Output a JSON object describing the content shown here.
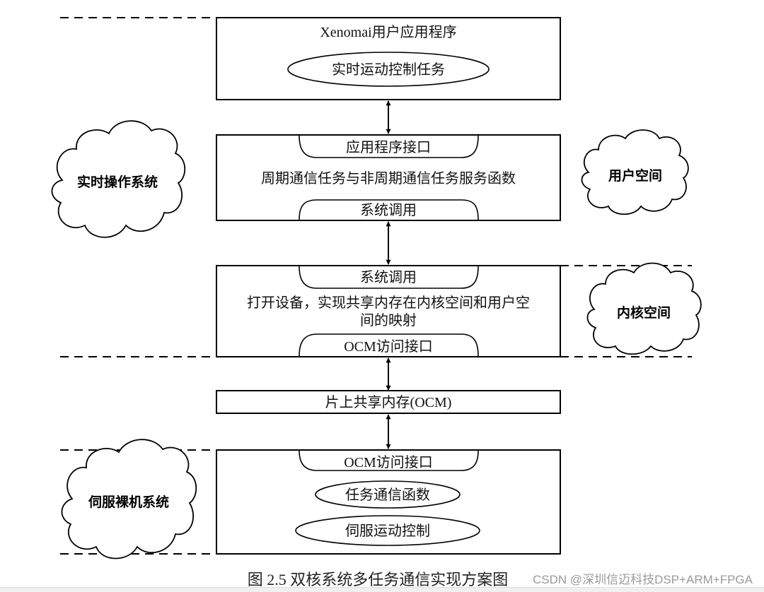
{
  "diagram": {
    "top_box": {
      "title": "Xenomai用户应用程序",
      "ellipse": "实时运动控制任务"
    },
    "api_box": {
      "top_tab": "应用程序接口",
      "body": "周期通信任务与非周期通信任务服务函数",
      "bottom_tab": "系统调用"
    },
    "kernel_box": {
      "top_tab": "系统调用",
      "body_line1": "打开设备，实现共享内存在内核空间和用户空",
      "body_line2": "间的映射",
      "bottom_tab": "OCM访问接口"
    },
    "ocm_box": {
      "label": "片上共享内存(OCM)"
    },
    "baremetal_box": {
      "top_tab": "OCM访问接口",
      "ellipse1": "任务通信函数",
      "ellipse2": "伺服运动控制"
    },
    "clouds": {
      "rtos": "实时操作系统",
      "user_space": "用户空间",
      "kernel_space": "内核空间",
      "servo_baremetal": "伺服裸机系统"
    },
    "caption": "图 2.5 双核系统多任务通信实现方案图",
    "watermark": "CSDN @深圳信迈科技DSP+ARM+FPGA"
  }
}
